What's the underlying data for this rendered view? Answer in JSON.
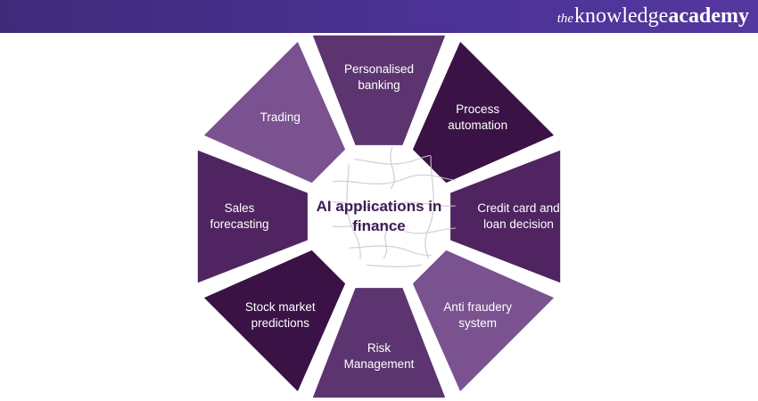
{
  "brand": {
    "the": "the",
    "knowledge": "knowledge",
    "academy": "academy"
  },
  "center": {
    "title": "AI applications in finance"
  },
  "segments": [
    {
      "label": "Personalised banking",
      "color": "#5c3570"
    },
    {
      "label": "Process automation",
      "color": "#3a1245"
    },
    {
      "label": "Credit card and loan decision",
      "color": "#4f2460"
    },
    {
      "label": "Anti fraudery system",
      "color": "#7a5290"
    },
    {
      "label": "Risk Management",
      "color": "#5c3570"
    },
    {
      "label": "Stock market predictions",
      "color": "#3a1245"
    },
    {
      "label": "Sales forecasting",
      "color": "#4f2460"
    },
    {
      "label": "Trading",
      "color": "#7a5290"
    }
  ]
}
